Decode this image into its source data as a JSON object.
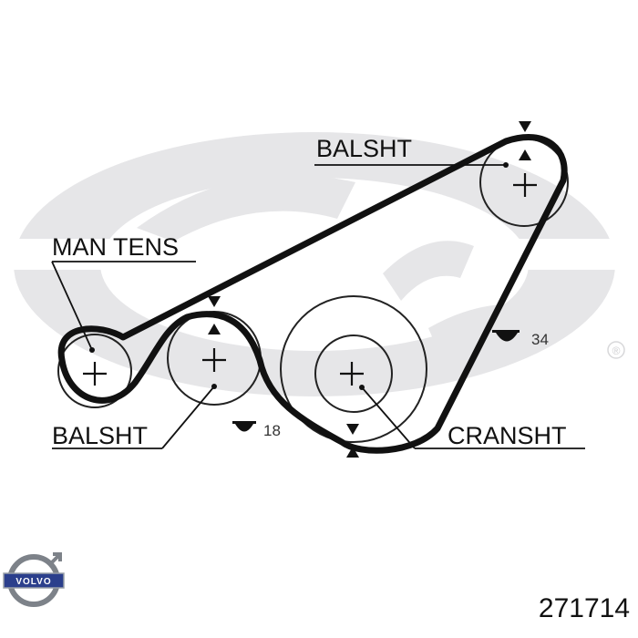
{
  "labels": {
    "balsht_top": "BALSHT",
    "man_tens": "MAN TENS",
    "balsht_bottom": "BALSHT",
    "cransht": "CRANSHT"
  },
  "tooth_counts": {
    "left_span": "18",
    "right_span": "34"
  },
  "part_number": "271714",
  "brand_logo": {
    "text": "VOLVO",
    "icon": "volvo-logo-icon"
  },
  "watermark": {
    "icon": "gates-watermark-icon",
    "registered": "®"
  },
  "colors": {
    "belt": "#111111",
    "pulley": "#222222",
    "watermark": "#e6e6e8",
    "logo_blue": "#2b3f8c"
  }
}
